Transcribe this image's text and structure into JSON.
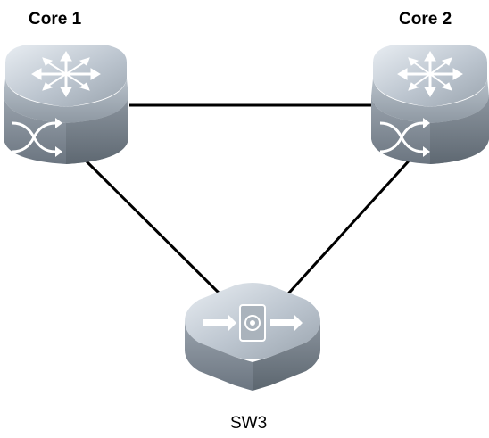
{
  "diagram": {
    "nodes": [
      {
        "id": "core1",
        "label": "Core 1",
        "kind": "core-switch"
      },
      {
        "id": "core2",
        "label": "Core 2",
        "kind": "core-switch"
      },
      {
        "id": "sw3",
        "label": "SW3",
        "kind": "access-switch"
      }
    ],
    "links": [
      {
        "from": "core1",
        "to": "core2"
      },
      {
        "from": "core1",
        "to": "sw3"
      },
      {
        "from": "core2",
        "to": "sw3"
      }
    ],
    "colors": {
      "device_top": "#c6ced6",
      "device_side": "#7d8792",
      "link": "#000000",
      "icon": "#ffffff"
    }
  }
}
